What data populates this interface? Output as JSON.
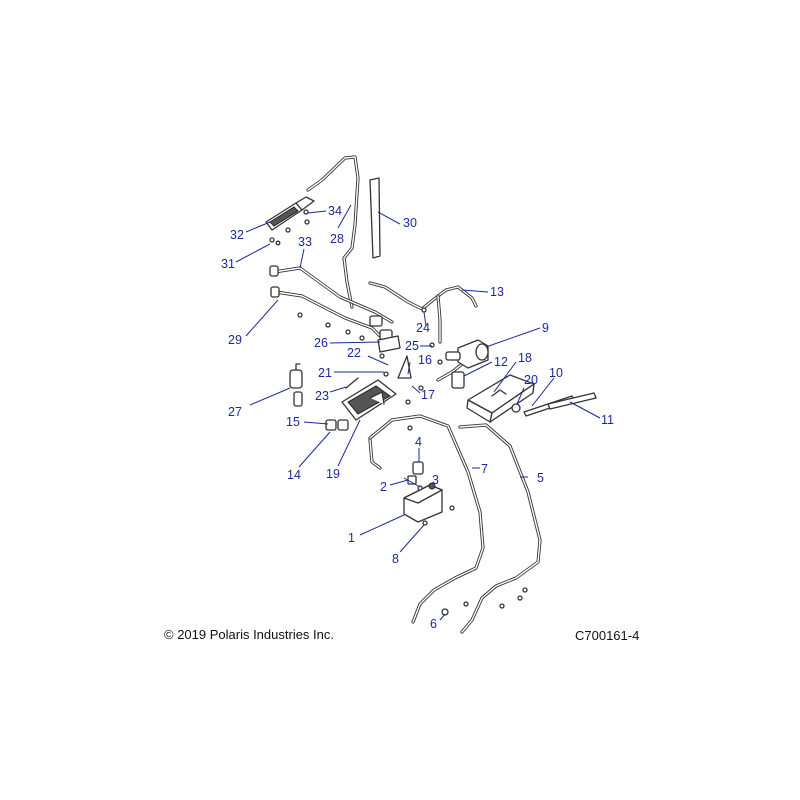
{
  "footer": {
    "copyright": "© 2019 Polaris Industries Inc.",
    "diagram_code": "C700161-4"
  },
  "callouts": [
    "1",
    "2",
    "3",
    "4",
    "5",
    "6",
    "7",
    "8",
    "9",
    "10",
    "11",
    "12",
    "13",
    "14",
    "15",
    "16",
    "17",
    "18",
    "19",
    "20",
    "21",
    "22",
    "23",
    "24",
    "25",
    "26",
    "27",
    "28",
    "29",
    "30",
    "31",
    "32",
    "33",
    "34"
  ],
  "colors": {
    "callout": "#1a2a9a",
    "line_art": "#333333"
  }
}
